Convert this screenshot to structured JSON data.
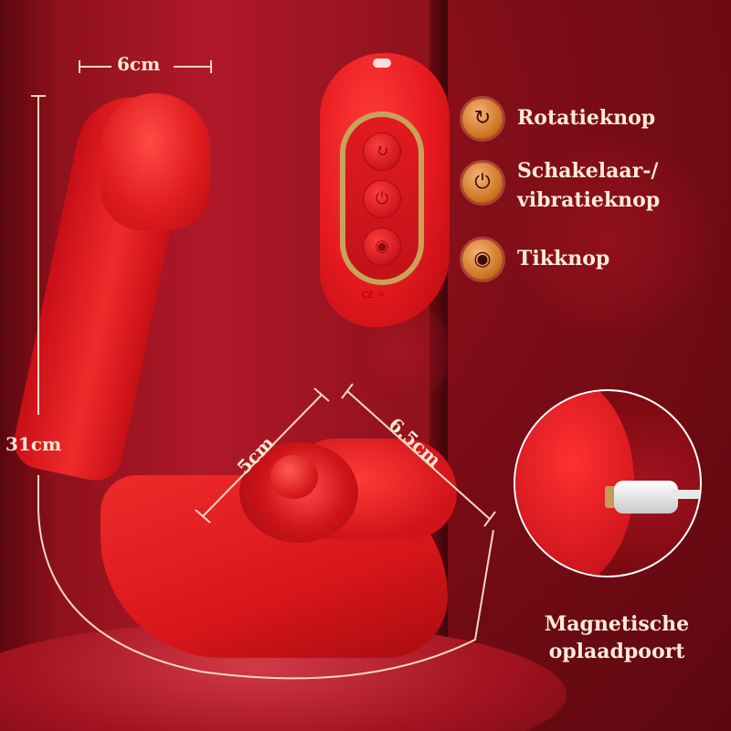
{
  "dimensions": {
    "width": "6cm",
    "length": "31cm",
    "gap": "5cm",
    "head_width": "6.5cm"
  },
  "features": [
    {
      "label": "Rotatieknop",
      "icon": "rotation-icon"
    },
    {
      "label": "Schakelaar-/",
      "label2": "vibratieknop",
      "icon": "power-vibration-icon"
    },
    {
      "label": "Tikknop",
      "icon": "tap-icon"
    }
  ],
  "charging": {
    "line1": "Magnetische",
    "line2": "oplaadpoort"
  },
  "colors": {
    "background": "#7e0d17",
    "product": "#e01d1f",
    "accent_gold": "#c9a25a",
    "text": "#fdebd8"
  }
}
